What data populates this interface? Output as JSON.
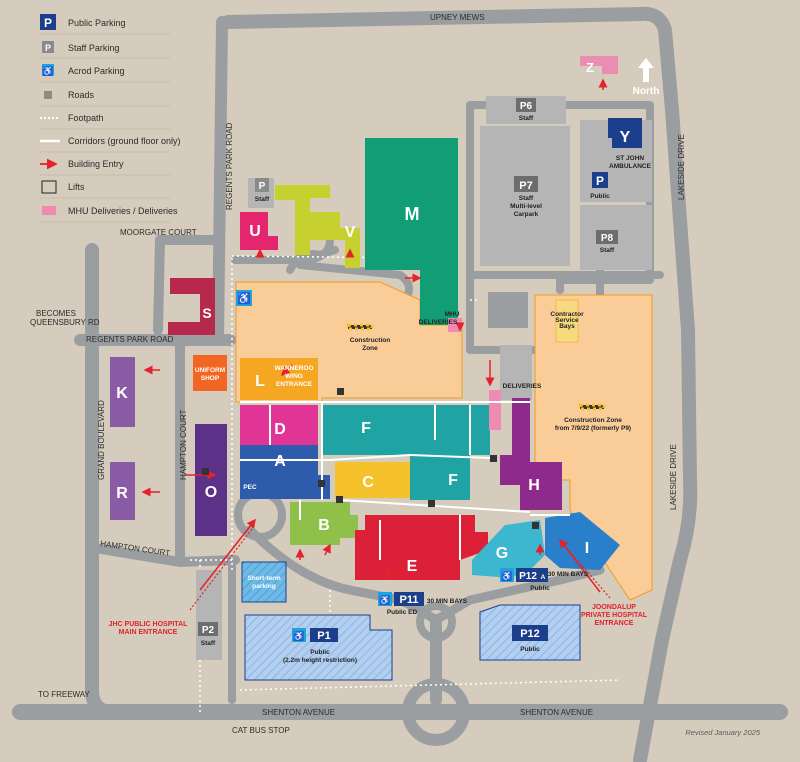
{
  "legend": [
    {
      "label": "Public Parking",
      "symbol": "P"
    },
    {
      "label": "Staff Parking",
      "symbol": "P"
    },
    {
      "label": "Acrod Parking",
      "symbol": "accessible-icon"
    },
    {
      "label": "Roads",
      "symbol": "road-swatch"
    },
    {
      "label": "Footpath",
      "symbol": "footpath-swatch"
    },
    {
      "label": "Corridors (ground floor only)",
      "symbol": "corridor-swatch"
    },
    {
      "label": "Building Entry",
      "symbol": "entry-arrow-icon"
    },
    {
      "label": "Lifts",
      "symbol": "lift-icon"
    },
    {
      "label": "MHU Deliveries / Deliveries",
      "symbol": "delivery-swatch"
    }
  ],
  "roads": {
    "upney": "UPNEY MEWS",
    "regents_park": "REGENTS PARK ROAD",
    "moorgate": "MOORGATE COURT",
    "becomes1": "BECOMES",
    "becomes2": "QUEENSBURY RD",
    "regents_park2": "REGENTS PARK ROAD",
    "grand": "GRAND BOULEVARD",
    "hampton_court": "HAMPTON COURT",
    "hampton_court2": "HAMPTON COURT",
    "lakeside1": "LAKESIDE DRIVE",
    "lakeside2": "LAKESIDE DRIVE",
    "shenton1": "SHENTON AVENUE",
    "shenton2": "SHENTON AVENUE",
    "to_freeway": "TO FREEWAY",
    "cat_bus": "CAT BUS STOP"
  },
  "north": "North",
  "buildings": {
    "M": "M",
    "V": "V",
    "U": "U",
    "S": "S",
    "L": "L",
    "D": "D",
    "A": "A",
    "B": "B",
    "C": "C",
    "E": "E",
    "F1": "F",
    "F2": "F",
    "G": "G",
    "H": "H",
    "I": "I",
    "K": "K",
    "R": "R",
    "O": "O",
    "Y": "Y",
    "Z": "Z"
  },
  "labels": {
    "wanneroo1": "WANNEROO",
    "wanneroo2": "WING",
    "wanneroo3": "ENTRANCE",
    "uniform1": "UNIFORM",
    "uniform2": "SHOP",
    "pec": "PEC",
    "construction1_1": "Construction",
    "construction1_2": "Zone",
    "construction2_1": "Construction Zone",
    "construction2_2": "from 7/9/22 (formerly P9)",
    "mhu1": "MHU",
    "mhu2": "DELIVERIES",
    "deliveries": "DELIVERIES",
    "contractor1": "Contractor",
    "contractor2": "Service",
    "contractor3": "Bays",
    "st_john1": "ST JOHN",
    "st_john2": "AMBULANCE",
    "y_public": "Public",
    "short_term1": "Short-term",
    "short_term2": "parking",
    "jhc1": "JHC PUBLIC HOSPITAL",
    "jhc2": "MAIN ENTRANCE",
    "joondalup1": "JOONDALUP",
    "joondalup2": "PRIVATE HOSPITAL",
    "joondalup3": "ENTRANCE",
    "bays_p11": "30 MIN BAYS",
    "bays_p12a": "30 MIN BAYS",
    "revised": "Revised January 2025"
  },
  "parking": {
    "P": "P",
    "P6": "P6",
    "P6_sub": "Staff",
    "P7": "P7",
    "P7_sub1": "Staff",
    "P7_sub2": "Multi-level",
    "P7_sub3": "Carpark",
    "P8": "P8",
    "P8_sub": "Staff",
    "Pstaff": "P",
    "Pstaff_sub": "Staff",
    "P2": "P2",
    "P2_sub": "Staff",
    "P1": "P1",
    "P1_sub1": "Public",
    "P1_sub2": "(2.2m height restriction)",
    "P11": "P11",
    "P11_sub": "Public ED",
    "P12": "P12",
    "P12_sub": "Public",
    "P12A": "P12",
    "P12A_suffix": "A",
    "P12A_sub": "Public"
  },
  "colors": {
    "background": "#d5ccbd",
    "road": "#9b9ea0",
    "parking_grey": "#b5b5b5",
    "public_parking": "#1c3f8c",
    "acrod": "#1fa3dc",
    "construction": "#f9cc98",
    "M": "#119e74",
    "V": "#c6d12f",
    "U": "#e4266f",
    "S": "#b7294c",
    "L": "#f5a623",
    "D": "#e03596",
    "A": "#2e5bab",
    "B": "#8fc14a",
    "C": "#f5c22c",
    "E": "#dc2038",
    "F": "#1fa3a3",
    "G": "#3db6cf",
    "H": "#8e2a8c",
    "I": "#2a7fcb",
    "K": "#8a5ca5",
    "R": "#8a5ca5",
    "O": "#5b3288",
    "Y": "#1c3f8c",
    "Z": "#e98db1",
    "uniform": "#f26522",
    "delivery": "#ef8ab3",
    "entry": "#e2232a"
  }
}
